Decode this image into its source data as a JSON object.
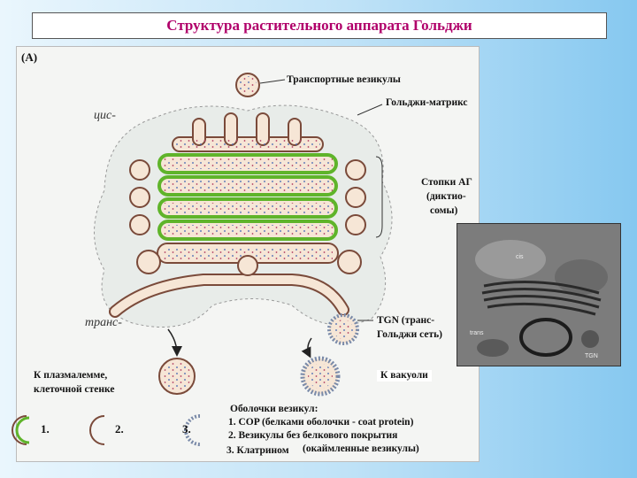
{
  "title": "Структура растительного аппарата Гольджи",
  "panel_label": "(A)",
  "labels": {
    "transport_vesicles": "Транспортные везикулы",
    "golgi_matrix": "Гольджи-матрикс",
    "stacks_line1": "Стопки АГ",
    "stacks_line2": "(диктио-",
    "stacks_line3": "сомы)",
    "cis": "цис-",
    "trans": "транс-",
    "tgn_line1": "TGN (транс-",
    "tgn_line2": "Гольджи сеть)",
    "to_membrane_line1": "К плазмалемме,",
    "to_membrane_line2": "клеточной стенке",
    "to_vacuole": "К вакуоли"
  },
  "legend": {
    "item1": "1.",
    "item2": "2.",
    "item3": "3.",
    "heading": "Оболочки везикул:",
    "line1": "1. COP (белками оболочки - coat protein)",
    "line2": "2. Везикулы без белкового покрытия",
    "line3_a": "3. Клатрином",
    "line3_b": "(окаймленные везикулы)"
  },
  "micrograph": {
    "label_cis": "cis",
    "label_trans": "trans",
    "label_tgn": "TGN"
  },
  "colors": {
    "title": "#b0006a",
    "cisterna_fill": "#f6e6d6",
    "cisterna_stroke": "#7a4a3a",
    "coat_green": "#5fb42a",
    "cargo_dots": "#3a5fb0",
    "clathrin": "#7a8aa8"
  }
}
